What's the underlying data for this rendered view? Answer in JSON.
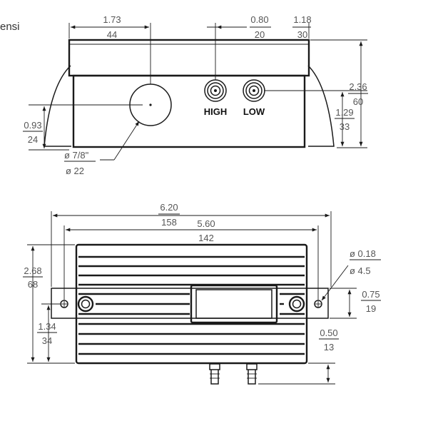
{
  "page": {
    "cropped_text": "ensi"
  },
  "top_view": {
    "dims": {
      "width_173": {
        "inch": "1.73",
        "mm": "44"
      },
      "offset_080": {
        "inch": "0.80",
        "mm": "20"
      },
      "offset_118": {
        "inch": "1.18",
        "mm": "30"
      },
      "height_236": {
        "inch": "2.36",
        "mm": "60"
      },
      "height_129": {
        "inch": "1.29",
        "mm": "33"
      },
      "height_093": {
        "inch": "0.93",
        "mm": "24"
      },
      "hole_dia": {
        "inch": "ø 7/8\"",
        "mm": "ø 22"
      }
    },
    "ports": {
      "high_label": "HIGH",
      "low_label": "LOW"
    }
  },
  "front_view": {
    "dims": {
      "overall_width": {
        "inch": "6.20",
        "mm": "158"
      },
      "mount_spacing": {
        "inch": "5.60",
        "mm": "142"
      },
      "height_268": {
        "inch": "2.68",
        "mm": "68"
      },
      "height_134": {
        "inch": "1.34",
        "mm": "34"
      },
      "mount_hole": {
        "inch": "ø 0.18",
        "mm": "ø 4.5"
      },
      "tab_height": {
        "inch": "0.75",
        "mm": "19"
      },
      "barb_length": {
        "inch": "0.50",
        "mm": "13"
      }
    }
  }
}
